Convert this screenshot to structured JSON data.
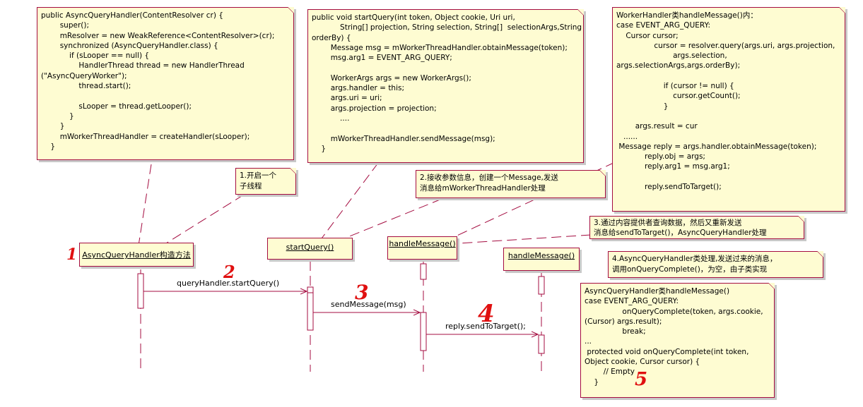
{
  "notes": {
    "constructor_code": "public AsyncQueryHandler(ContentResolver cr) {\n        super();\n        mResolver = new WeakReference<ContentResolver>(cr);\n        synchronized (AsyncQueryHandler.class) {\n            if (sLooper == null) {\n                HandlerThread thread = new HandlerThread\n(\"AsyncQueryWorker\");\n                thread.start();\n\n                sLooper = thread.getLooper();\n            }\n        }\n        mWorkerThreadHandler = createHandler(sLooper);\n    }",
    "start_query_code": "public void startQuery(int token, Object cookie, Uri uri,\n            String[] projection, String selection, String[]  selectionArgs,String\norderBy) {\n        Message msg = mWorkerThreadHandler.obtainMessage(token);\n        msg.arg1 = EVENT_ARG_QUERY;\n\n        WorkerArgs args = new WorkerArgs();\n        args.handler = this;\n        args.uri = uri;\n        args.projection = projection;\n            ....\n\n        mWorkerThreadHandler.sendMessage(msg);\n    }",
    "worker_handle_message_code": "WorkerHandler类handleMessage()内：\ncase EVENT_ARG_QUERY:\n    Cursor cursor;\n                cursor = resolver.query(args.uri, args.projection,\n                        args.selection,\nargs.selectionArgs,args.orderBy);\n\n                    if (cursor != null) {\n                        cursor.getCount();\n                    }\n\n        args.result = cur\n   ......\n Message reply = args.handler.obtainMessage(token);\n            reply.obj = args;\n            reply.arg1 = msg.arg1;\n\n            reply.sendToTarget();",
    "step1": "1.开启一个\n子线程",
    "step2": "2.接收参数信息，创建一个Message,发送\n消息给mWorkerThreadHandler处理",
    "step3": "3.通过内容提供者查询数据，然后又重新发送\n消息给sendToTarget()，AsyncQueryHandler处理",
    "step4": "4.AsyncQueryHandler类处理,发送过来的消息，\n调用onQueryComplete()，为空，由子类实现",
    "async_handle_message_code": "AsyncQueryHandler类handleMessage()\ncase EVENT_ARG_QUERY:\n                onQueryComplete(token, args.cookie,\n(Cursor) args.result);\n                break;\n...\n protected void onQueryComplete(int token,\nObject cookie, Cursor cursor) {\n        // Empty\n    }"
  },
  "lifelines": {
    "constructor": "AsyncQueryHandler构造方法",
    "start_query": "startQuery()",
    "handle_message_worker": "handleMessage()",
    "handle_message_async": "handleMessage()"
  },
  "messages": {
    "m1": "queryHandler.startQuery()",
    "m2": "sendMessage(msg)",
    "m3": "reply.sendToTarget();"
  },
  "handwritten_numbers": [
    "1",
    "2",
    "3",
    "4",
    "5"
  ],
  "colors": {
    "note_fill": "#fefcd2",
    "border": "#a40c40",
    "handwritten": "#e01010"
  }
}
